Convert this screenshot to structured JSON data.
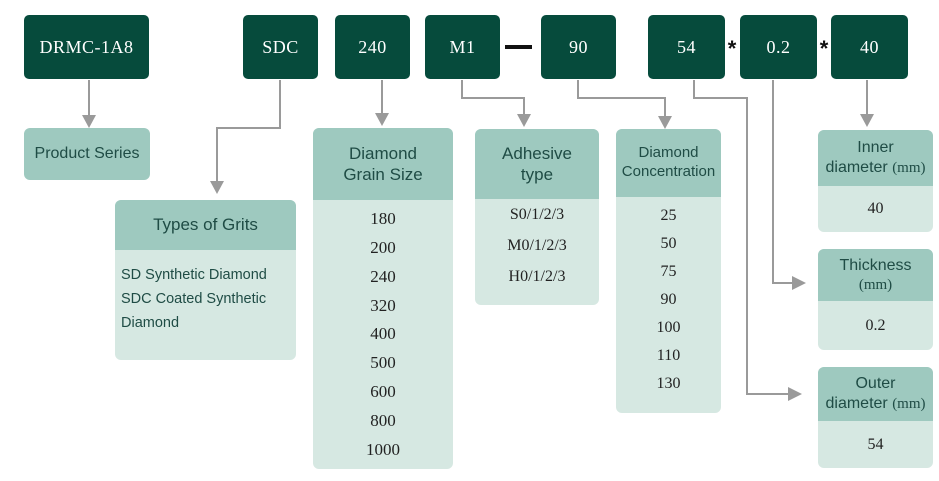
{
  "codes": {
    "series": "DRMC-1A8",
    "grit": "SDC",
    "grain": "240",
    "adhesive": "M1",
    "concentration": "90",
    "outer": "54",
    "thickness": "0.2",
    "inner": "40"
  },
  "separators": {
    "star": "*"
  },
  "product_series": {
    "label": "Product Series"
  },
  "grits": {
    "title": "Types of Grits",
    "lines": [
      "SD Synthetic Diamond",
      "SDC Coated Synthetic",
      "Diamond"
    ]
  },
  "grain_size": {
    "title_line1": "Diamond",
    "title_line2": "Grain Size",
    "values": [
      "180",
      "200",
      "240",
      "320",
      "400",
      "500",
      "600",
      "800",
      "1000"
    ]
  },
  "adhesive": {
    "title_line1": "Adhesive",
    "title_line2": "type",
    "values": [
      "S0/1/2/3",
      "M0/1/2/3",
      "H0/1/2/3"
    ]
  },
  "concentration": {
    "title_line1": "Diamond",
    "title_line2": "Concentration",
    "values": [
      "25",
      "50",
      "75",
      "90",
      "100",
      "110",
      "130"
    ]
  },
  "inner_diameter": {
    "title_line1": "Inner",
    "title_line2": "diameter",
    "unit": "(mm)",
    "value": "40"
  },
  "thickness": {
    "title_line1": "Thickness",
    "unit": "(mm)",
    "value": "0.2"
  },
  "outer_diameter": {
    "title_line1": "Outer",
    "title_line2": "diameter",
    "unit": "(mm)",
    "value": "54"
  },
  "colors": {
    "code_box": "#064b3c",
    "header": "#9ec9bf",
    "body": "#d6e8e2",
    "arrow": "#9a9a9a"
  }
}
